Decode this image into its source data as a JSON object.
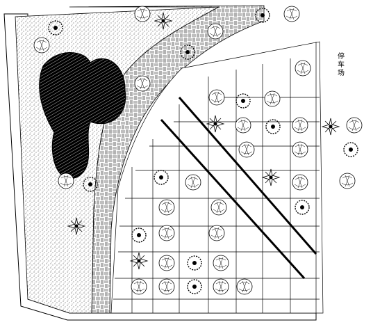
{
  "drawing": {
    "parking_label": "停车场",
    "watermark_text": "",
    "line_color": "#000000",
    "background": "#ffffff",
    "watermark_color": "#e8e8e8"
  },
  "legend_symbols": [
    "tree-canopy-symbol",
    "shrub-symbol",
    "star-tree-symbol",
    "bench-symbol"
  ]
}
